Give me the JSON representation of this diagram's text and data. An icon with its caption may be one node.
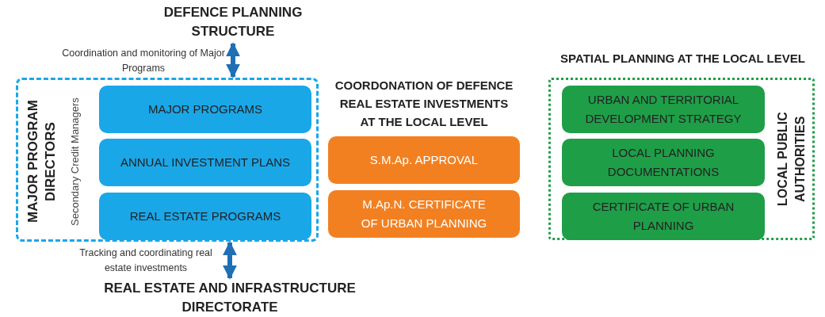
{
  "diagram": {
    "nodes": [
      {
        "text": [
          "DEFENCE PLANNING STRUCTURE"
        ]
      },
      {
        "text": [
          "MAJOR PROGRAM DIRECTORS",
          "Secondary Credit Managers"
        ]
      },
      {
        "text": [
          "MAJOR PROGRAMS"
        ],
        "in": 1
      },
      {
        "text": [
          "ANNUAL INVESTMENT PLANS"
        ],
        "in": 1
      },
      {
        "text": [
          "REAL ESTATE PROGRAMS"
        ],
        "in": 1
      },
      {
        "text": [
          "REAL ESTATE AND INFRASTRUCTURE DIRECTORATE"
        ]
      },
      {
        "text": [
          "S.M.Ap. APPROVAL"
        ]
      },
      {
        "text": [
          "M.Ap.N. CERTIFICATE OF URBAN PLANNING"
        ]
      },
      {
        "text": [
          "SPATIAL PLANNING AT THE LOCAL LEVEL",
          "LOCAL PUBLIC AUTHORITIES"
        ]
      },
      {
        "text": [
          "URBAN AND TERRITORIAL DEVELOPMENT STRATEGY"
        ],
        "in": 8
      },
      {
        "text": [
          "LOCAL PLANNING DOCUMENTATIONS"
        ],
        "in": 8
      },
      {
        "text": [
          "CERTIFICATE OF URBAN PLANNING"
        ],
        "in": 8
      }
    ],
    "edges": [
      {
        "from": 0,
        "to": 1,
        "arrow": "both",
        "label": "Coordination and monitoring of Major Programs"
      },
      {
        "from": 1,
        "to": 5,
        "arrow": "both",
        "label": "Tracking and coordinating real estate investments"
      }
    ],
    "labels": [
      "COORDONATION OF DEFENCE REAL ESTATE INVESTMENTS AT THE LOCAL LEVEL"
    ]
  }
}
